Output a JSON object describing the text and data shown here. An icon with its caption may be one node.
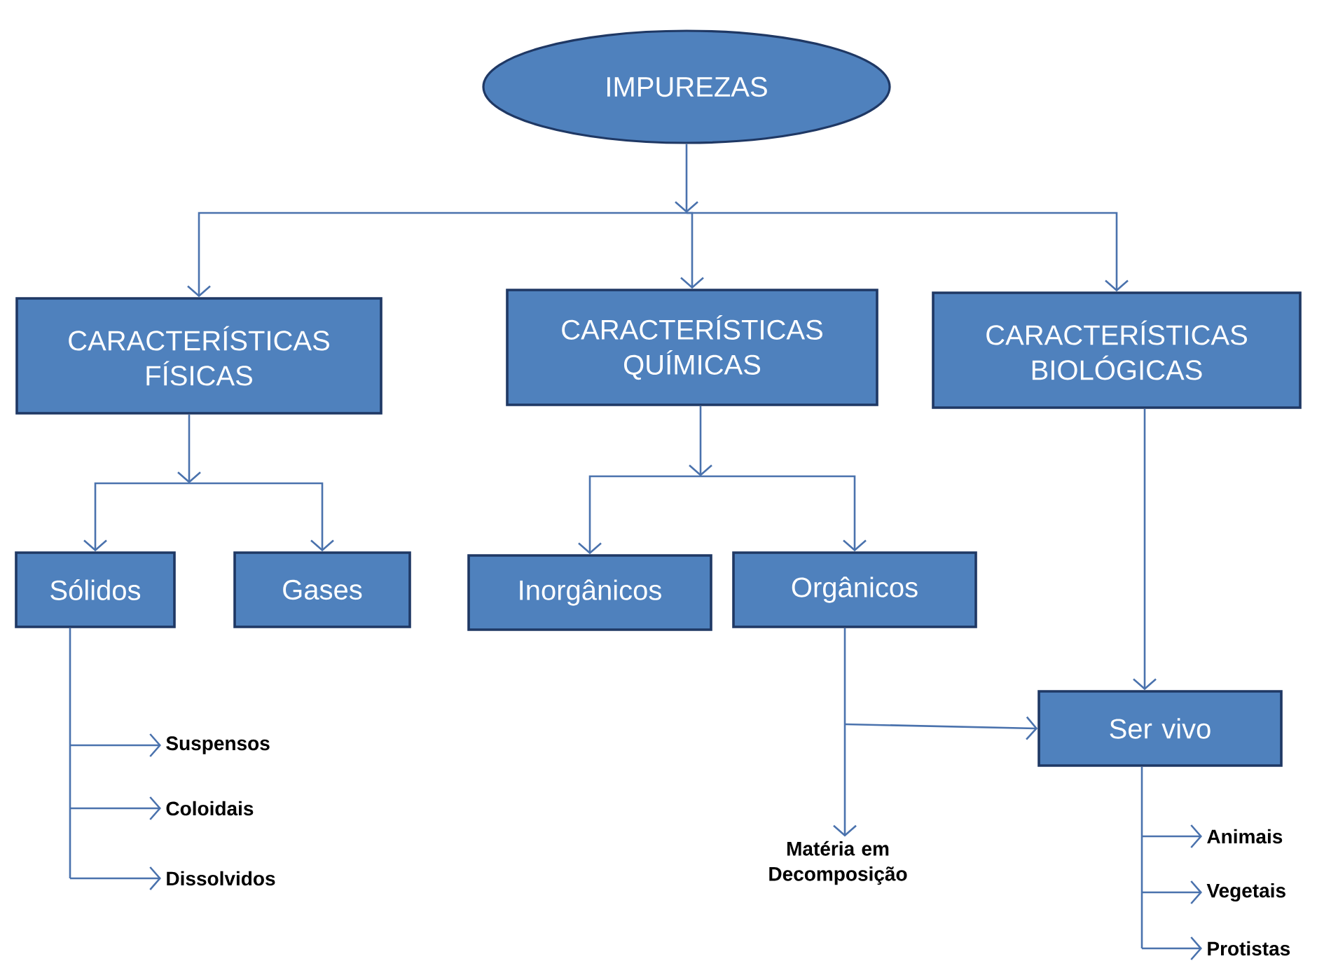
{
  "diagram": {
    "nodes": [
      {
        "text": [
          "IMPUREZAS"
        ]
      },
      {
        "text": [
          "CARACTERÍSTICAS FÍSICAS"
        ]
      },
      {
        "text": [
          "CARACTERÍSTICAS QUÍMICAS"
        ]
      },
      {
        "text": [
          "CARACTERÍSTICAS BIOLÓGICAS"
        ]
      },
      {
        "text": [
          "Sólidos"
        ]
      },
      {
        "text": [
          "Gases"
        ]
      },
      {
        "text": [
          "Inorgânicos"
        ]
      },
      {
        "text": [
          "Orgânicos"
        ]
      },
      {
        "text": [
          "Ser vivo"
        ]
      },
      {
        "text": [
          "Suspensos"
        ]
      },
      {
        "text": [
          "Coloidais"
        ]
      },
      {
        "text": [
          "Dissolvidos"
        ]
      },
      {
        "text": [
          "Matéria em Decomposição"
        ]
      },
      {
        "text": [
          "Animais"
        ]
      },
      {
        "text": [
          "Vegetais"
        ]
      },
      {
        "text": [
          "Protistas"
        ]
      }
    ],
    "edges": [
      {
        "from": 0,
        "to": 1,
        "arrow": "to"
      },
      {
        "from": 0,
        "to": 2,
        "arrow": "to"
      },
      {
        "from": 0,
        "to": 3,
        "arrow": "to"
      },
      {
        "from": 1,
        "to": 4,
        "arrow": "to"
      },
      {
        "from": 1,
        "to": 5,
        "arrow": "to"
      },
      {
        "from": 2,
        "to": 6,
        "arrow": "to"
      },
      {
        "from": 2,
        "to": 7,
        "arrow": "to"
      },
      {
        "from": 3,
        "to": 8,
        "arrow": "to"
      },
      {
        "from": 4,
        "to": 9,
        "arrow": "to"
      },
      {
        "from": 4,
        "to": 10,
        "arrow": "to"
      },
      {
        "from": 4,
        "to": 11,
        "arrow": "to"
      },
      {
        "from": 7,
        "to": 12,
        "arrow": "to"
      },
      {
        "from": 7,
        "to": 8,
        "arrow": "to"
      },
      {
        "from": 8,
        "to": 13,
        "arrow": "to"
      },
      {
        "from": 8,
        "to": 14,
        "arrow": "to"
      },
      {
        "from": 8,
        "to": 15,
        "arrow": "to"
      }
    ]
  }
}
